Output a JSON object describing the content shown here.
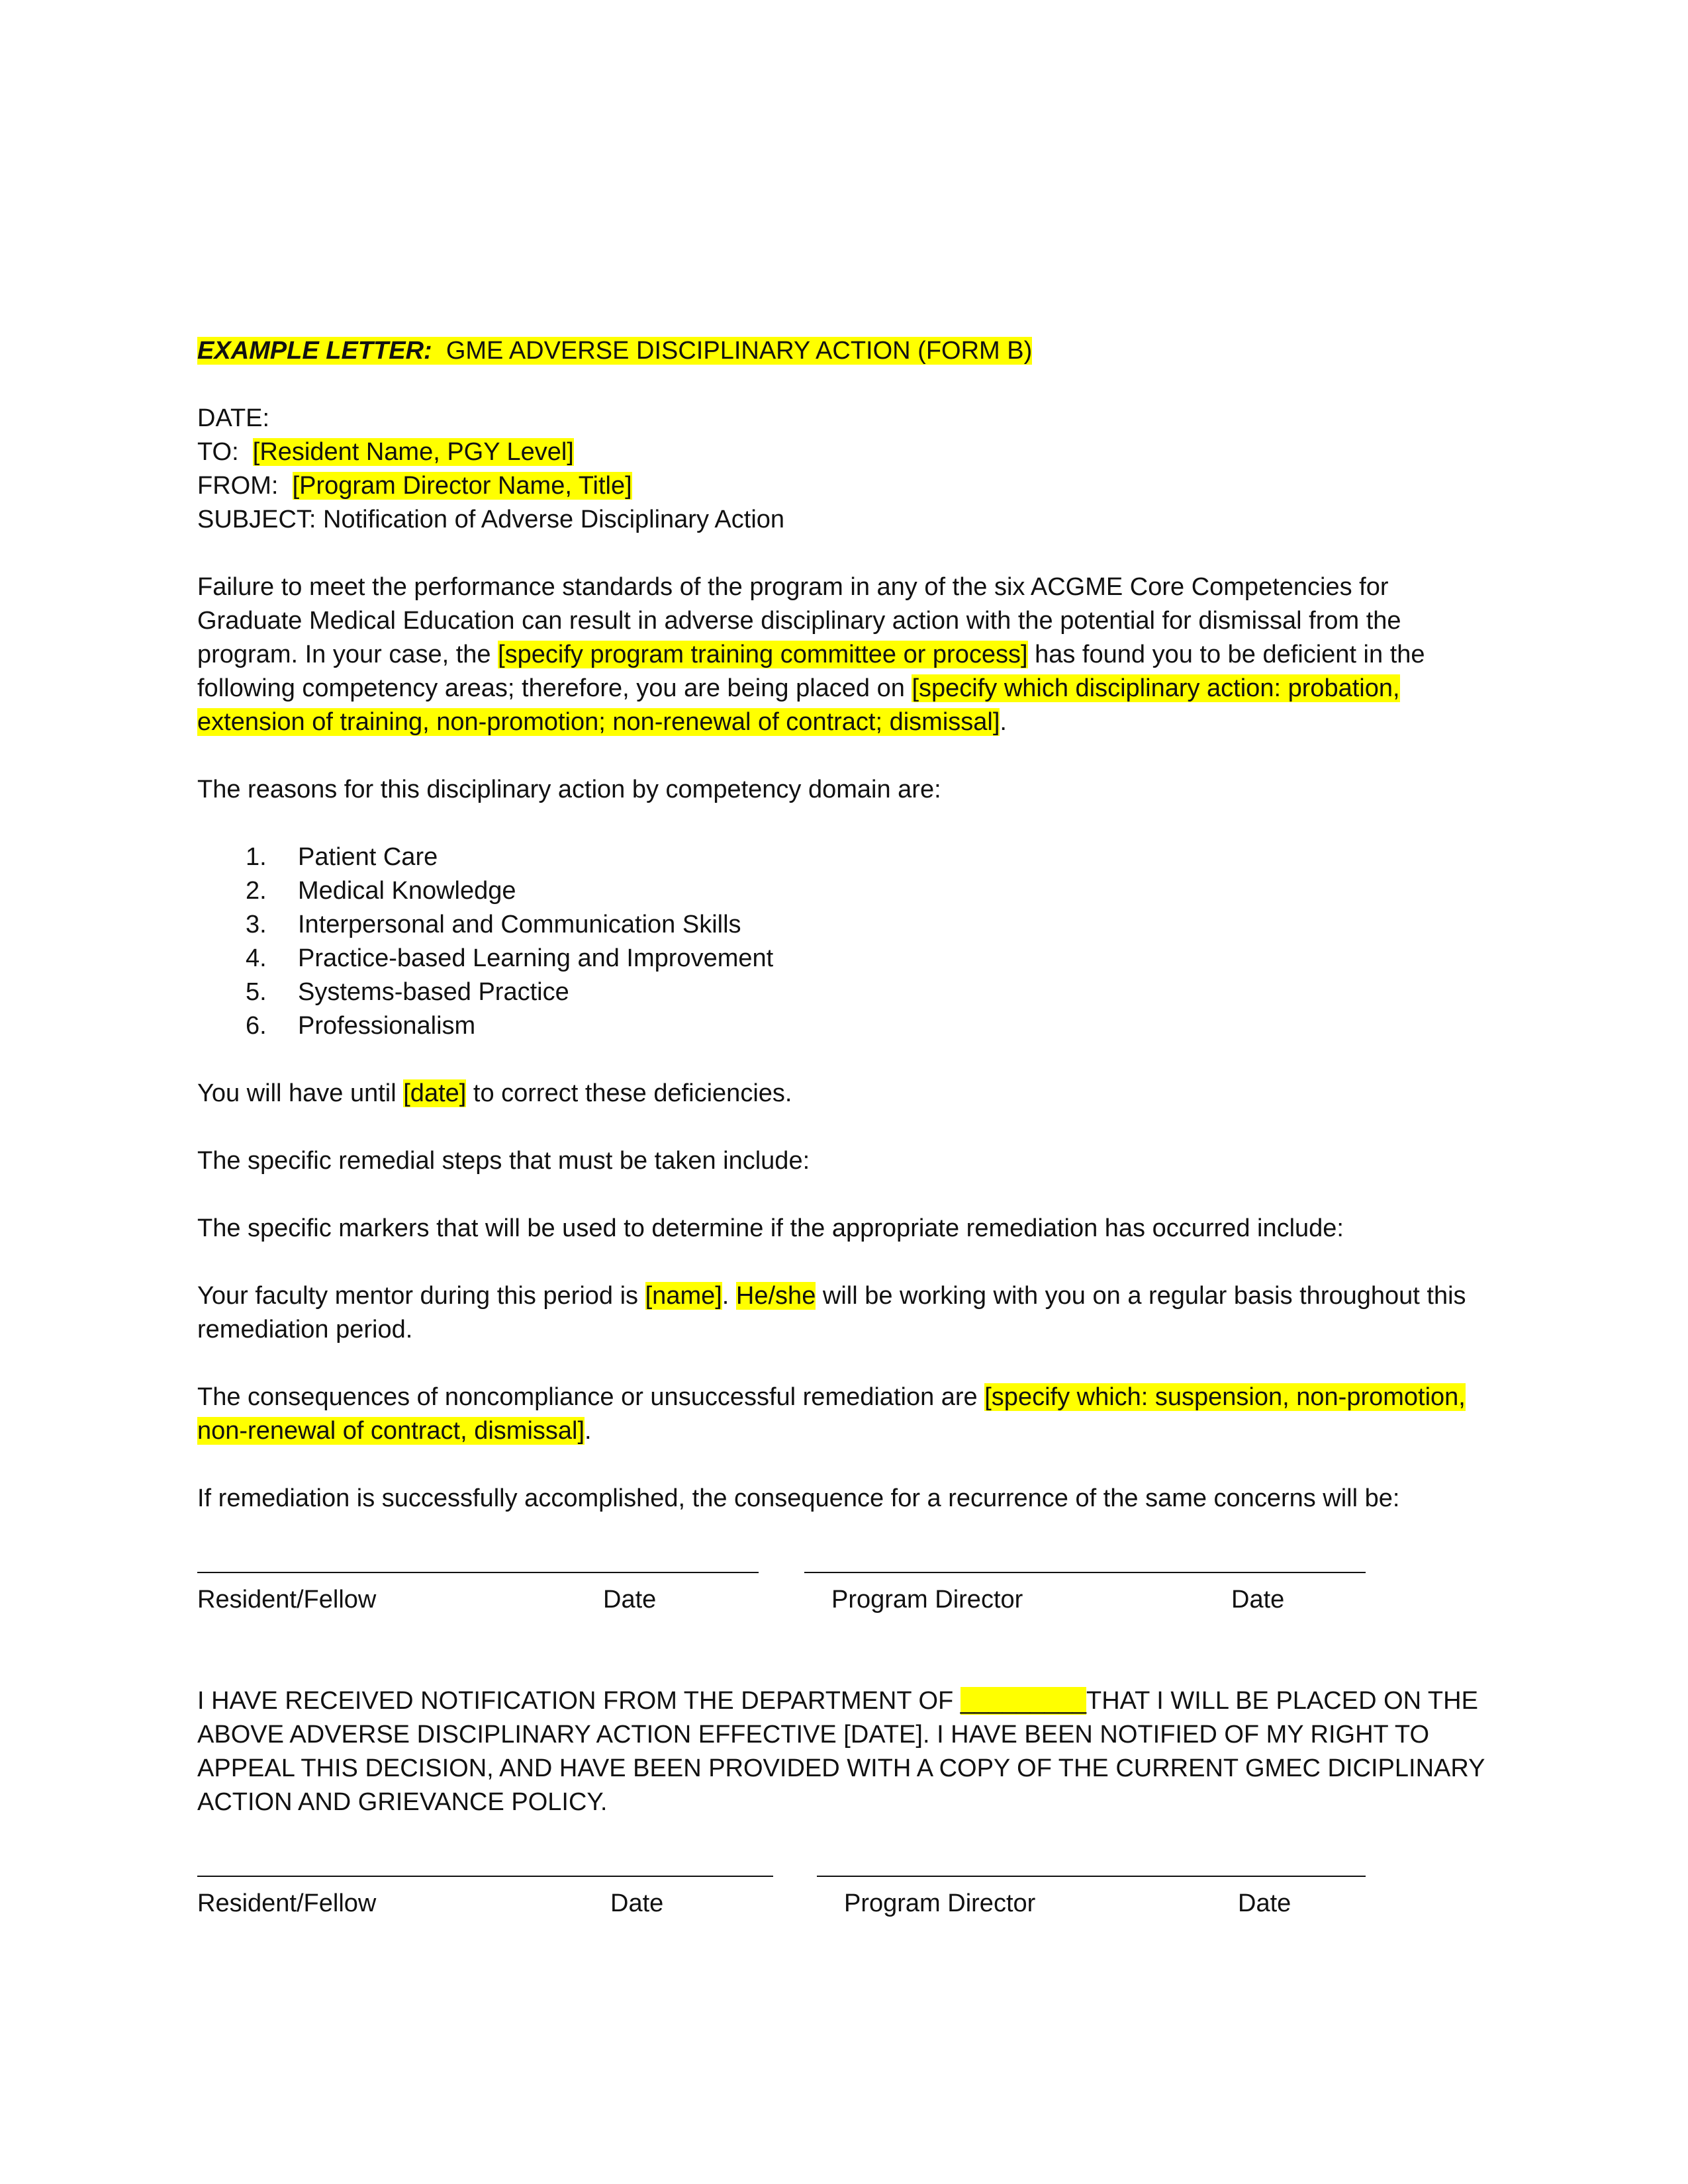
{
  "title": {
    "lead": "EXAMPLE LETTER:",
    "text": "GME ADVERSE DISCIPLINARY ACTION (FORM B)"
  },
  "memo": {
    "date_label": "DATE:",
    "to_label": "TO:",
    "to_value": "[Resident Name, PGY Level]",
    "from_label": "FROM:",
    "from_value": "[Program Director Name, Title]",
    "subject_label": "SUBJECT:",
    "subject_value": "Notification of Adverse Disciplinary Action"
  },
  "intro": {
    "part1": "Failure to meet the performance standards of the program in any of the six ACGME Core Competencies for Graduate Medical Education can result in adverse disciplinary action with the potential for dismissal from the program.  In your case, the ",
    "hl1": "[specify program training committee or process]",
    "part2": " has found you to be deficient in the following competency areas; therefore, you are being placed on ",
    "hl2": "[specify which disciplinary action:  probation, extension of training, non-promotion; non-renewal of contract; dismissal]",
    "part3": "."
  },
  "reasons_intro": "The reasons for this disciplinary action by competency domain are:",
  "domains": [
    {
      "num": "1.",
      "label": "Patient Care"
    },
    {
      "num": "2.",
      "label": "Medical Knowledge"
    },
    {
      "num": "3.",
      "label": "Interpersonal and Communication Skills"
    },
    {
      "num": "4.",
      "label": "Practice-based Learning and Improvement"
    },
    {
      "num": "5.",
      "label": "Systems-based Practice"
    },
    {
      "num": "6.",
      "label": "Professionalism"
    }
  ],
  "deadline": {
    "part1": "You will have until ",
    "hl": "[date]",
    "part2": " to correct these deficiencies."
  },
  "remedial_steps": "The specific remedial steps that must be taken include:",
  "markers": "The specific markers that will be used to determine if the appropriate remediation has occurred include:",
  "mentor": {
    "part1": "Your faculty mentor during this period is ",
    "hl1": "[name]",
    "part2": ".  ",
    "hl2": "He/she",
    "part3": " will be working with you on a regular basis throughout this remediation period."
  },
  "consequences": {
    "part1": "The consequences of noncompliance or unsuccessful remediation are ",
    "hl": "[specify which: suspension, non-promotion, non-renewal of contract, dismissal]",
    "part2": "."
  },
  "recurrence": "If remediation is successfully accomplished, the consequence for a recurrence of the same concerns will be:",
  "signatures1": {
    "resident_label": "Resident/Fellow",
    "date_label_1": "Date",
    "director_label": "Program Director",
    "date_label_2": "Date"
  },
  "acknowledgement": {
    "part1": "I HAVE RECEIVED NOTIFICATION FROM THE DEPARTMENT OF ",
    "blank": "_________",
    "part2": "THAT I WILL BE PLACED ON THE ABOVE ADVERSE DISCIPLINARY ACTION EFFECTIVE [DATE].  I HAVE BEEN NOTIFIED OF MY RIGHT TO APPEAL THIS DECISION, AND HAVE BEEN PROVIDED WITH A COPY OF THE CURRENT GMEC DICIPLINARY ACTION AND GRIEVANCE POLICY."
  },
  "signatures2": {
    "resident_label": "Resident/Fellow",
    "date_label_1": "Date",
    "director_label": "Program Director",
    "date_label_2": "Date"
  },
  "colors": {
    "highlight": "#ffff00",
    "text": "#111111"
  }
}
